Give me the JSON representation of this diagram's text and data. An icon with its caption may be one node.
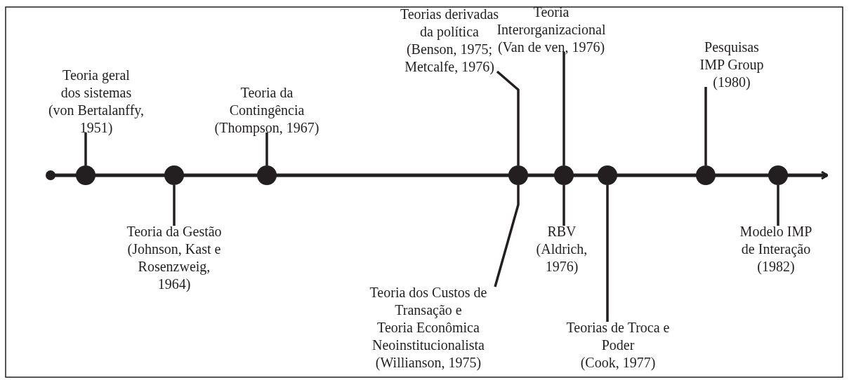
{
  "diagram": {
    "nodes": [
      {
        "text": [
          "Teoria geral dos sistemas (von Bertalanffy, 1951)"
        ]
      },
      {
        "text": [
          "Teoria da Contingência (Thompson, 1967)"
        ]
      },
      {
        "text": [
          "Teorias derivadas da política (Benson, 1975; Metcalfe, 1976)"
        ]
      },
      {
        "text": [
          "Teoria Interorganizacional (Van de ven, 1976)"
        ]
      },
      {
        "text": [
          "Pesquisas IMP Group (1980)"
        ]
      },
      {
        "text": [
          "Teoria da Gestão (Johnson, Kast e Rosenzweig, 1964)"
        ]
      },
      {
        "text": [
          "RBV (Aldrich, 1976)"
        ]
      },
      {
        "text": [
          "Modelo IMP de Interação (1982)"
        ]
      },
      {
        "text": [
          "Teoria dos Custos de Transação e Teoria Econômica Neoinstitucionalista (Willianson, 1975)"
        ]
      },
      {
        "text": [
          "Teorias de Troca e Poder (Cook, 1977)"
        ]
      },
      {
        "text": [],
        "shape": "circle"
      },
      {
        "text": [],
        "shape": "circle"
      },
      {
        "text": [],
        "shape": "circle"
      },
      {
        "text": [],
        "shape": "circle"
      },
      {
        "text": [],
        "shape": "circle"
      },
      {
        "text": [],
        "shape": "circle"
      },
      {
        "text": [],
        "shape": "circle"
      },
      {
        "text": [],
        "shape": "circle"
      }
    ],
    "edges": [
      {
        "from": 0,
        "to": 10,
        "arrow": "none"
      },
      {
        "from": 5,
        "to": 11,
        "arrow": "none"
      },
      {
        "from": 1,
        "to": 12,
        "arrow": "none"
      },
      {
        "from": 2,
        "to": 13,
        "arrow": "none"
      },
      {
        "from": 8,
        "to": 13,
        "arrow": "none"
      },
      {
        "from": 3,
        "to": 14,
        "arrow": "none"
      },
      {
        "from": 6,
        "to": 14,
        "arrow": "none"
      },
      {
        "from": 9,
        "to": 15,
        "arrow": "none"
      },
      {
        "from": 4,
        "to": 16,
        "arrow": "none"
      },
      {
        "from": 7,
        "to": 17,
        "arrow": "none"
      }
    ]
  }
}
